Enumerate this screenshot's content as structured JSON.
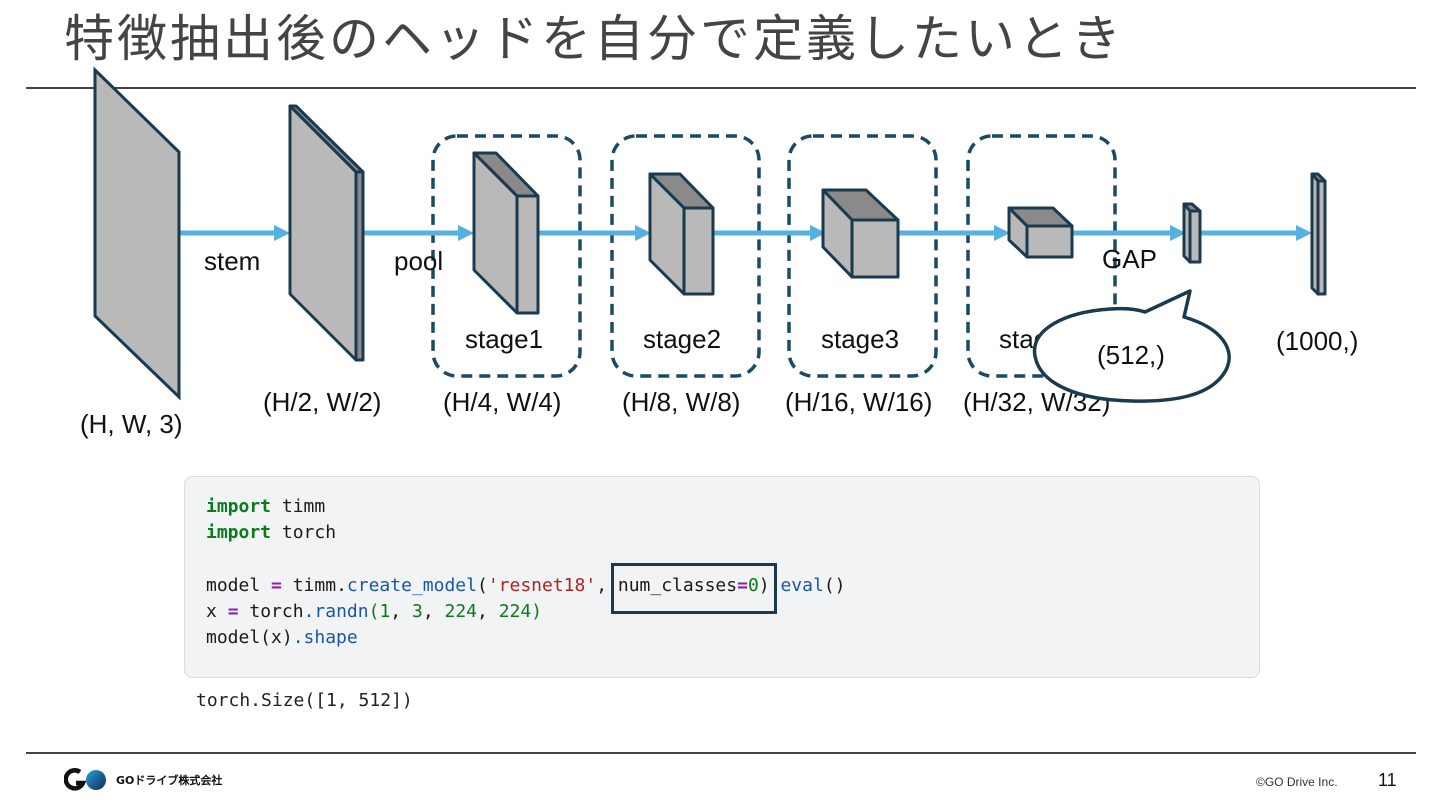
{
  "slide": {
    "title": "特徴抽出後のヘッドを自分で定義したいとき",
    "page_number": "11",
    "copyright": "©GO Drive Inc.",
    "company_name": "GOドライブ株式会社"
  },
  "diagram": {
    "stage_labels": [
      "stem",
      "pool",
      "stage1",
      "stage2",
      "stage3",
      "stage4",
      "GAP"
    ],
    "shape_labels": [
      "(H, W, 3)",
      "(H/2, W/2)",
      "(H/4, W/4)",
      "(H/8, W/8)",
      "(H/16, W/16)",
      "(H/32, W/32)",
      "(1000,)"
    ],
    "callout": "(512,)",
    "colors": {
      "arrow": "#56b0e0",
      "block_fill": "#b9b9b9",
      "block_top": "#8a8a8a",
      "stroke": "#1c3a4e",
      "dashed": "#1c4a64"
    }
  },
  "code": {
    "line1": {
      "keyword": "import",
      "module": "timm"
    },
    "line2": {
      "keyword": "import",
      "module": "torch"
    },
    "line3": {
      "var": "model",
      "eq": "=",
      "obj": "timm",
      "dot": ".",
      "fn": "create_model",
      "open": "(",
      "arg": "'resnet18'",
      "comma": ",",
      "kwarg": "num_classes",
      "kweq": "=",
      "kwval": "0",
      "close": ")",
      "method": ".eval",
      "parens": "()"
    },
    "line4": {
      "var": "x",
      "eq": "=",
      "obj": "torch",
      "fn": ".randn",
      "open": "(",
      "n1": "1",
      "n2": "3",
      "n3": "224",
      "n4": "224",
      "close": ")"
    },
    "line5": {
      "text": "model(x)",
      "attr": ".shape"
    },
    "output": "torch.Size([1, 512])"
  }
}
